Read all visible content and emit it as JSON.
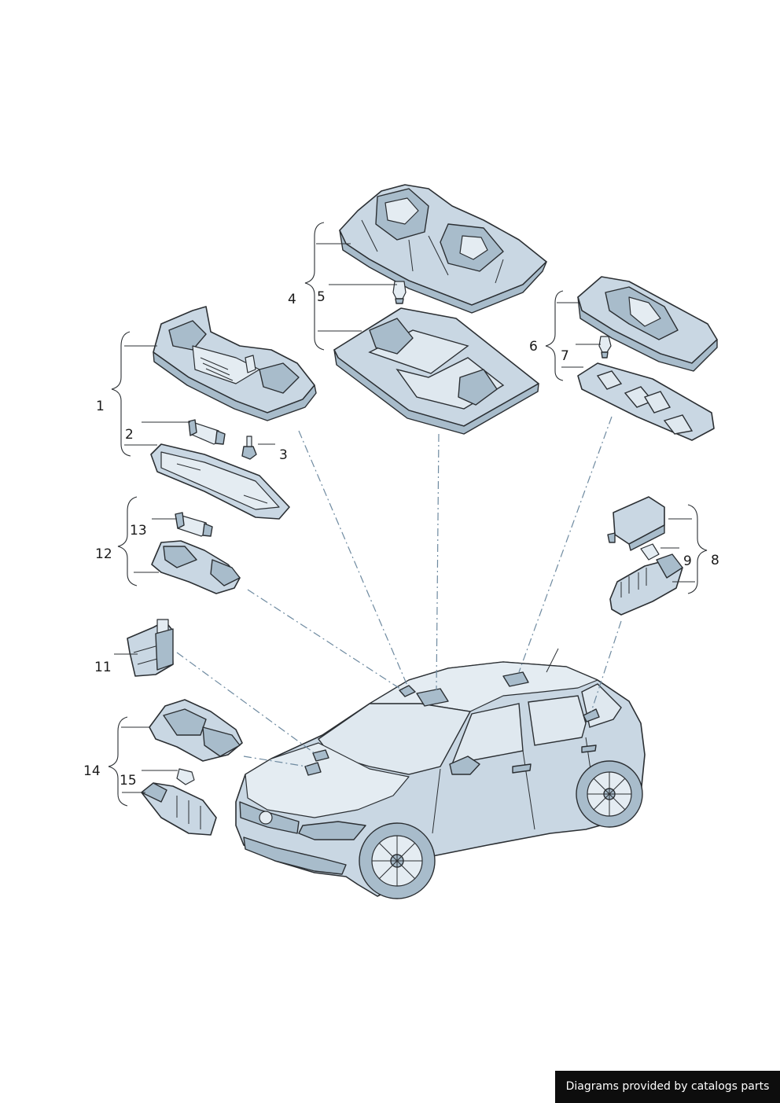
{
  "labels": {
    "p1": "1",
    "p2": "2",
    "p3": "3",
    "p4": "4",
    "p5": "5",
    "p6": "6",
    "p7": "7",
    "p8": "8",
    "p9": "9",
    "p11": "11",
    "p12": "12",
    "p13": "13",
    "p14": "14",
    "p15": "15"
  },
  "credit": "Diagrams provided by catalogs parts",
  "colors": {
    "part_fill": "#c9d7e3",
    "outline": "#2b2f33",
    "leader_dash": "#6e8aa0"
  }
}
